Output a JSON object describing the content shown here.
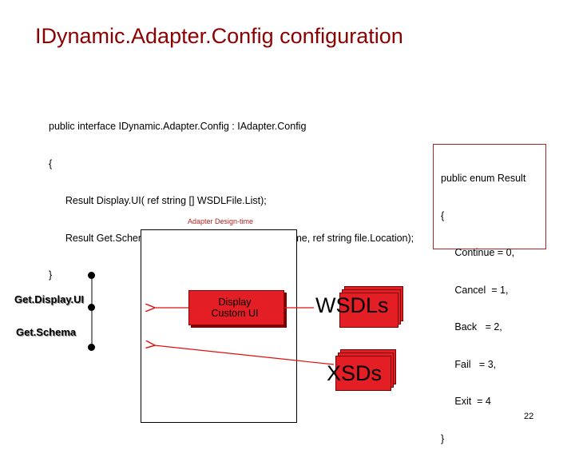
{
  "title": "IDynamic.Adapter.Config configuration",
  "code": {
    "lines": [
      "public interface IDynamic.Adapter.Config : IAdapter.Config",
      "{",
      "      Result Display.UI( ref string [] WSDLFile.List);",
      "      Result Get.Schema(string uri, string namespace.Name, ref string file.Location);",
      "}"
    ]
  },
  "enum": {
    "lines": [
      "public enum Result",
      "{",
      "     Continue = 0,",
      "     Cancel  = 1,",
      "     Back   = 2,",
      "     Fail   = 3,",
      "     Exit  = 4",
      "}"
    ]
  },
  "adapter_label": "Adapter Design-time",
  "display_box": "Display\nCustom UI",
  "wsdls": "WSDLs",
  "xsds": "XSDs",
  "methods": {
    "get_display_ui": "Get.Display.UI",
    "get_schema": "Get.Schema"
  },
  "page_number": "22",
  "colors": {
    "title": "#8b0000",
    "box_red": "#e31e24",
    "enum_border": "#b22222",
    "arrow": "#d11"
  }
}
